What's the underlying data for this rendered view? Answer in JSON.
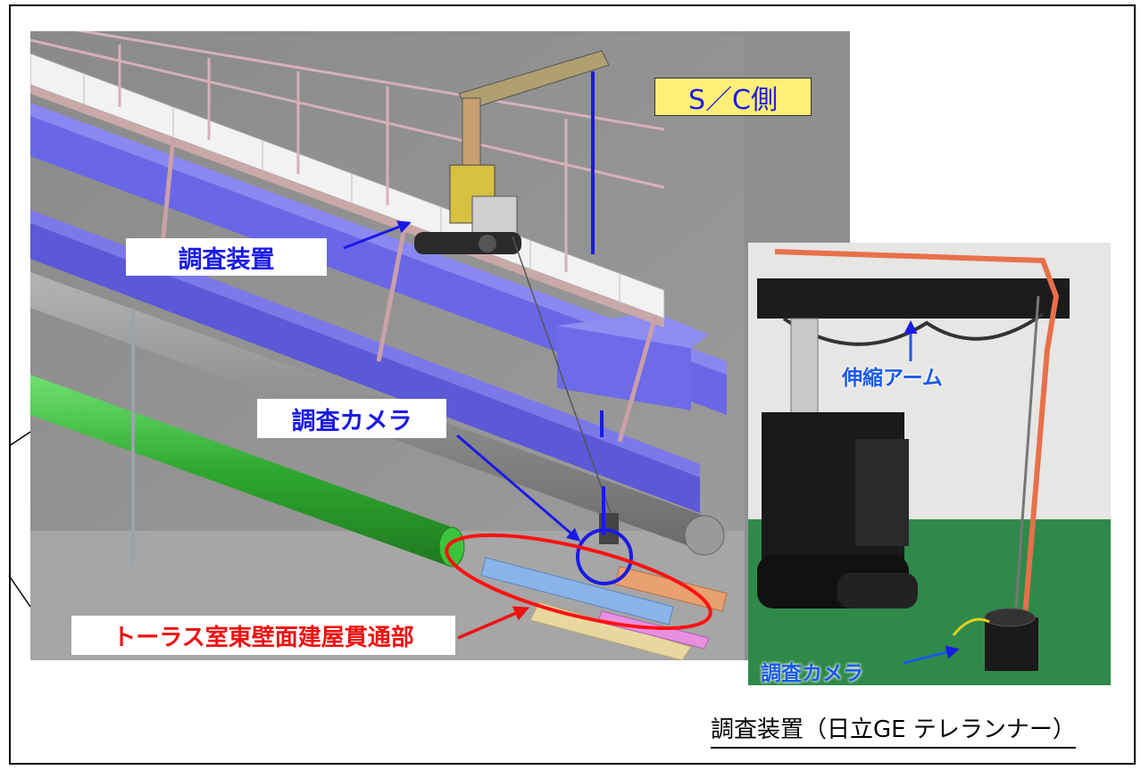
{
  "labels": {
    "sc_side": "S／C側",
    "survey_device": "調査装置",
    "survey_camera": "調査カメラ",
    "penetration": "トーラス室東壁面建屋貫通部",
    "telescopic_arm": "伸縮アーム",
    "photo_camera": "調査カメラ",
    "caption": "調査装置（日立GE テレランナー）"
  },
  "colors": {
    "label_blue": "#1a1ae6",
    "label_red": "#ee1111",
    "sc_label_bg": "#ffee77",
    "green_pipe": "#3cb83c",
    "blue_beam": "#6a66e8",
    "marker_red": "#ff1111"
  }
}
